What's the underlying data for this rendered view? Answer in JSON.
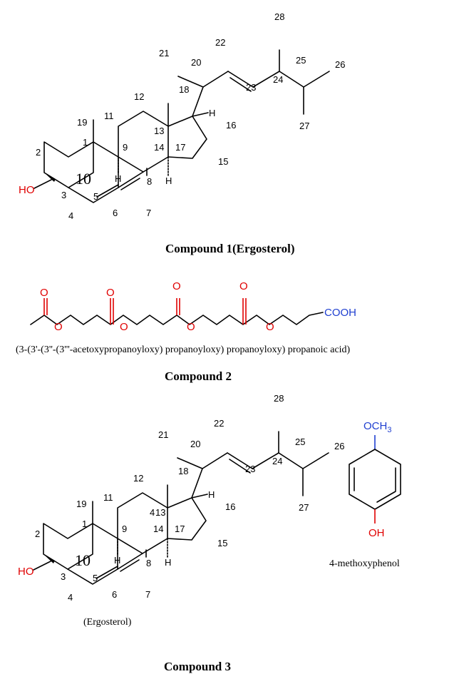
{
  "colors": {
    "bond": "#000000",
    "heteroatom_oxygen": "#e00000",
    "acid_group": "#1f3fd0"
  },
  "compound1": {
    "caption": "Compound 1(Ergosterol)",
    "ring_label": "10",
    "hydroxyl": "HO",
    "hydrogen": "H",
    "atom_numbers": {
      "n1": "1",
      "n2": "2",
      "n3": "3",
      "n4": "4",
      "n5": "5",
      "n6": "6",
      "n7": "7",
      "n8": "8",
      "n9": "9",
      "n11": "11",
      "n12": "12",
      "n13": "13",
      "n14": "14",
      "n15": "15",
      "n16": "16",
      "n17": "17",
      "n18": "18",
      "n19": "19",
      "n20": "20",
      "n21": "21",
      "n22": "22",
      "n23": "23",
      "n24": "24",
      "n25": "25",
      "n26": "26",
      "n27": "27",
      "n28": "28"
    }
  },
  "compound2": {
    "caption": "Compound 2",
    "name": "(3-(3'-(3''-(3'''-acetoxypropanoyloxy) propanoyloxy) propanoyloxy) propanoic acid)",
    "carbonyl_o": "O",
    "ester_o": "O",
    "acid": "COOH"
  },
  "compound3": {
    "caption": "Compound 3",
    "sub_caption": "(Ergosterol)",
    "ring_label": "10",
    "hydroxyl": "HO",
    "hydrogen": "H",
    "extra_number": "4",
    "atom_numbers": {
      "n1": "1",
      "n2": "2",
      "n3": "3",
      "n4": "4",
      "n5": "5",
      "n6": "6",
      "n7": "7",
      "n8": "8",
      "n9": "9",
      "n11": "11",
      "n12": "12",
      "n13": "13",
      "n14": "14",
      "n15": "15",
      "n16": "16",
      "n17": "17",
      "n18": "18",
      "n19": "19",
      "n20": "20",
      "n21": "21",
      "n22": "22",
      "n23": "23",
      "n24": "24",
      "n25": "25",
      "n26": "26",
      "n27": "27",
      "n28": "28"
    },
    "phenol": {
      "name": "4-methoxyphenol",
      "methoxy_prefix": "OCH",
      "methoxy_sub": "3",
      "hydroxyl": "OH"
    }
  }
}
